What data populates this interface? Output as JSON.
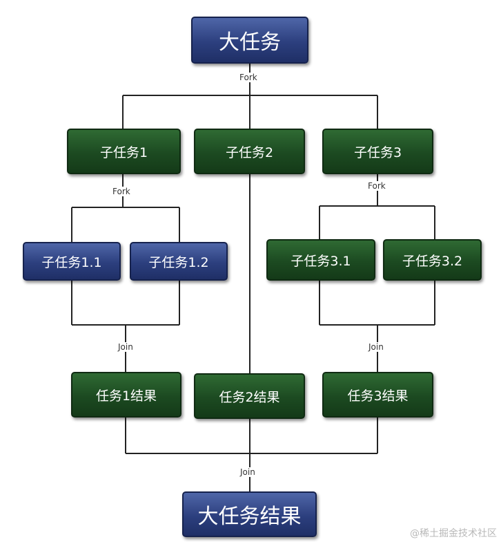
{
  "nodes": {
    "root": "大任务",
    "sub1": "子任务1",
    "sub2": "子任务2",
    "sub3": "子任务3",
    "sub11": "子任务1.1",
    "sub12": "子任务1.2",
    "sub31": "子任务3.1",
    "sub32": "子任务3.2",
    "res1": "任务1结果",
    "res2": "任务2结果",
    "res3": "任务3结果",
    "final": "大任务结果"
  },
  "labels": {
    "fork_top": "Fork",
    "fork_left": "Fork",
    "fork_right": "Fork",
    "join_left": "Join",
    "join_right": "Join",
    "join_bottom": "Join"
  },
  "watermark": "@稀土掘金技术社区",
  "colors": {
    "blue_box": "#2c3f7e",
    "green_box": "#1c4a21",
    "line": "#222222"
  }
}
